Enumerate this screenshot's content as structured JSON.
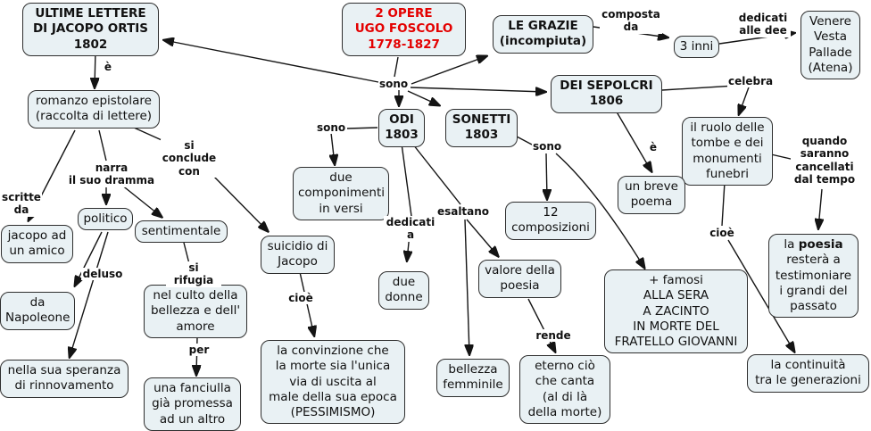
{
  "colors": {
    "accent_red": "#e40000",
    "node_fill": "#e9f1f4",
    "node_border": "#2e2e2e",
    "line": "#141414"
  },
  "nodes": {
    "ultime": "ULTIME LETTERE\nDI JACOPO ORTIS\n1802",
    "opere": "2 OPERE\nUGO FOSCOLO\n1778-1827",
    "grazie": "LE GRAZIE\n(incompiuta)",
    "inni": "3 inni",
    "venere": "Venere\nVesta\nPallade\n(Atena)",
    "sepolcri": "DEI SEPOLCRI\n1806",
    "odi": "ODI\n1803",
    "sonetti": "SONETTI\n1803",
    "romanzo": "romanzo epistolare\n(raccolta di lettere)",
    "componimenti": "due\ncomponimenti\nin versi",
    "ruolo": "il ruolo delle\ntombe e dei\nmonumenti\nfunebri",
    "breve": "un breve\npoema",
    "composizioni": "12\ncomposizioni",
    "amico": "jacopo ad\nun amico",
    "politico": "politico",
    "sentimentale": "sentimentale",
    "suicidio": "suicidio di\nJacopo",
    "donne": "due\ndonne",
    "valore": "valore della\npoesia",
    "napoleone": "da\nNapoleone",
    "culto": "nel culto della\nbellezza e dell'\namore",
    "speranza": "nella sua speranza\ndi rinnovamento",
    "fanciulla": "una fanciulla\ngià promessa\nad un altro",
    "convinzione": "la convinzione che\nla morte sia l'unica\nvia di uscita al\nmale della sua epoca\n(PESSIMISMO)",
    "femminile": "bellezza\nfemminile",
    "eterno": "eterno ciò\nche canta\n(al di là\ndella morte)",
    "famosi": "+ famosi\nALLA SERA\nA ZACINTO\nIN MORTE DEL\nFRATELLO GIOVANNI",
    "poesia_pre": "la ",
    "poesia_bold": "poesia",
    "poesia_rest": "\nresterà a\ntestimoniare\ni grandi del\npassato",
    "continuita": "la continuità\ntra le generazioni"
  },
  "labels": {
    "e1": "è",
    "sono_main": "sono",
    "sono_odi": "sono",
    "sono_sonetti": "sono",
    "composta": "composta\nda",
    "dedicati_dee": "dedicati\nalle dee",
    "celebra": "celebra",
    "e2": "è",
    "quando": "quando\nsaranno\ncancellati\ndal tempo",
    "cioe_right": "cioè",
    "narra": "narra\nil suo dramma",
    "conclude": "si\nconclude\ncon",
    "scritte": "scritte\nda",
    "deluso": "deluso",
    "rifugia": "si rifugia",
    "per": "per",
    "cioe_left": "cioè",
    "dedicati_a": "dedicati\na",
    "esaltano": "esaltano",
    "rende": "rende"
  }
}
